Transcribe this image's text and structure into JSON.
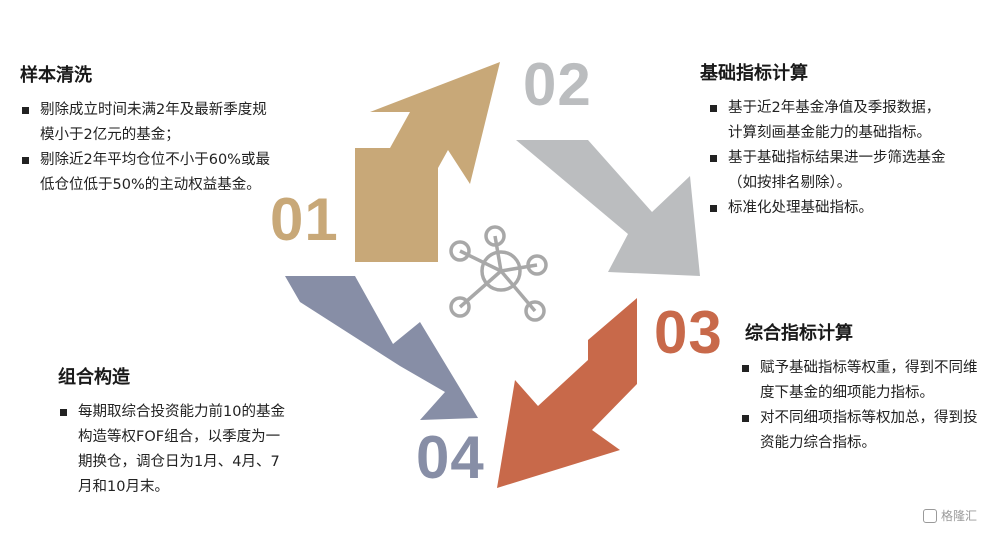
{
  "sections": {
    "s1": {
      "title": "样本清洗",
      "bullets": [
        "剔除成立时间未满2年及最新季度规模小于2亿元的基金；",
        "剔除近2年平均仓位不小于60%或最低仓位低于50%的主动权益基金。"
      ]
    },
    "s2": {
      "title": "基础指标计算",
      "bullets": [
        "基于近2年基金净值及季报数据，计算刻画基金能力的基础指标。",
        "基于基础指标结果进一步筛选基金（如按排名剔除）。",
        "标准化处理基础指标。"
      ]
    },
    "s3": {
      "title": "综合指标计算",
      "bullets": [
        "赋予基础指标等权重，得到不同维度下基金的细项能力指标。",
        "对不同细项指标等权加总，得到投资能力综合指标。"
      ]
    },
    "s4": {
      "title": "组合构造",
      "bullets": [
        "每期取综合投资能力前10的基金构造等权FOF组合，以季度为一期换仓，调仓日为1月、4月、7月和10月末。"
      ]
    }
  },
  "steps": [
    {
      "label": "01",
      "color": "#c8a878"
    },
    {
      "label": "02",
      "color": "#bbbdbf"
    },
    {
      "label": "03",
      "color": "#c8694a"
    },
    {
      "label": "04",
      "color": "#878ea6"
    }
  ],
  "center_icon": {
    "name": "network-hub-icon",
    "color": "#a8a8a8"
  },
  "watermark": {
    "text": "格隆汇"
  }
}
